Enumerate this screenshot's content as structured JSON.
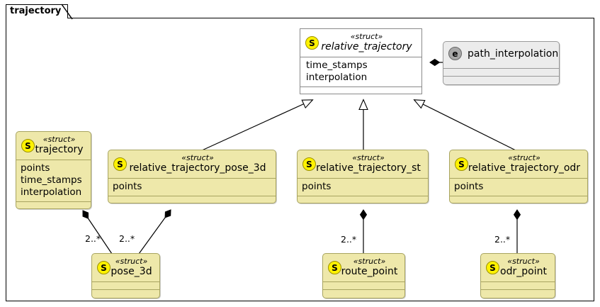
{
  "package": {
    "label": "trajectory"
  },
  "classes": {
    "relative_trajectory": {
      "stereotype": "«struct»",
      "name": "relative_trajectory",
      "badge": "S",
      "badge_icon": "struct-s-icon",
      "attributes": [
        "time_stamps",
        "interpolation"
      ]
    },
    "path_interpolation": {
      "stereotype": "",
      "name": "path_interpolation",
      "badge": "e",
      "badge_icon": "enum-e-icon",
      "attributes": []
    },
    "trajectory": {
      "stereotype": "«struct»",
      "name": "trajectory",
      "badge": "S",
      "badge_icon": "struct-s-icon",
      "attributes": [
        "points",
        "time_stamps",
        "interpolation"
      ]
    },
    "relative_trajectory_pose_3d": {
      "stereotype": "«struct»",
      "name": "relative_trajectory_pose_3d",
      "badge": "S",
      "badge_icon": "struct-s-icon",
      "attributes": [
        "points"
      ]
    },
    "relative_trajectory_st": {
      "stereotype": "«struct»",
      "name": "relative_trajectory_st",
      "badge": "S",
      "badge_icon": "struct-s-icon",
      "attributes": [
        "points"
      ]
    },
    "relative_trajectory_odr": {
      "stereotype": "«struct»",
      "name": "relative_trajectory_odr",
      "badge": "S",
      "badge_icon": "struct-s-icon",
      "attributes": [
        "points"
      ]
    },
    "pose_3d": {
      "stereotype": "«struct»",
      "name": "pose_3d",
      "badge": "S",
      "badge_icon": "struct-s-icon",
      "attributes": []
    },
    "route_point": {
      "stereotype": "«struct»",
      "name": "route_point",
      "badge": "S",
      "badge_icon": "struct-s-icon",
      "attributes": []
    },
    "odr_point": {
      "stereotype": "«struct»",
      "name": "odr_point",
      "badge": "S",
      "badge_icon": "struct-s-icon",
      "attributes": []
    }
  },
  "multiplicities": {
    "trajectory_pose_3d": "2..*",
    "rtpose3d_pose_3d": "2..*",
    "rtst_route_point": "2..*",
    "rtodr_odr_point": "2..*"
  },
  "colors": {
    "struct_fill": "#EEE8AA",
    "struct_border": "#A8A460",
    "enum_fill": "#ECECEC",
    "enum_border": "#9a9a9a",
    "badge_s_fill": "#FFF200",
    "badge_e_fill": "#A8A8A8",
    "line": "#000000",
    "background": "#FFFFFF"
  }
}
